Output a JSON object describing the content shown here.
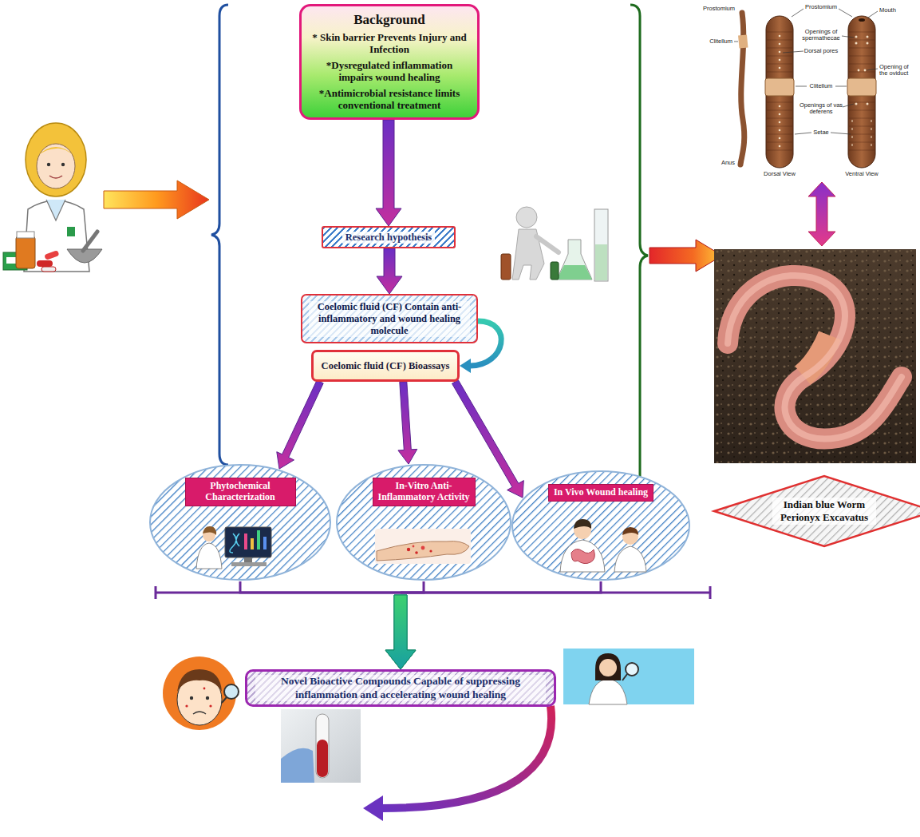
{
  "diagram": {
    "nodes": [
      {
        "text": [
          "Background",
          "* Skin barrier Prevents Injury and Infection",
          "*Dysregulated inflammation impairs wound healing",
          "*Antimicrobial resistance limits conventional treatment"
        ]
      },
      {
        "text": [
          "Research hypothesis"
        ]
      },
      {
        "text": [
          "Coelomic fluid (CF) Contain anti-inflammatory and wound healing molecule"
        ]
      },
      {
        "text": [
          "Coelomic fluid (CF) Bioassays"
        ]
      },
      {
        "text": [
          "Phytochemical Characterization"
        ]
      },
      {
        "text": [
          "In-Vitro Anti-Inflammatory Activity"
        ]
      },
      {
        "text": [
          "In Vivo Wound healing"
        ]
      },
      {
        "text": [
          "Indian blue Worm Perionyx Excavatus"
        ]
      },
      {
        "text": [
          "Novel Bioactive Compounds Capable of suppressing inflammation and accelerating wound healing"
        ]
      }
    ],
    "edges": [
      {
        "from": 0,
        "to": 1,
        "arrow": "to"
      },
      {
        "from": 1,
        "to": 2,
        "arrow": "to"
      },
      {
        "from": 2,
        "to": 3,
        "arrow": "to"
      },
      {
        "from": 3,
        "to": 4,
        "arrow": "to"
      },
      {
        "from": 3,
        "to": 5,
        "arrow": "to"
      },
      {
        "from": 3,
        "to": 6,
        "arrow": "to"
      },
      {
        "from": 4,
        "to": 8,
        "arrow": "to"
      },
      {
        "from": 5,
        "to": 8,
        "arrow": "to"
      },
      {
        "from": 6,
        "to": 8,
        "arrow": "to"
      }
    ],
    "labels": [
      "Prostomium",
      "Clitellum",
      "Anus",
      "Prostomium",
      "Mouth",
      "Openings of spermathecae",
      "Dorsal pores",
      "Clitellum",
      "Opening of the oviduct",
      "Openings of vas deferens",
      "Setae",
      "Dorsal View",
      "Ventral View"
    ]
  }
}
